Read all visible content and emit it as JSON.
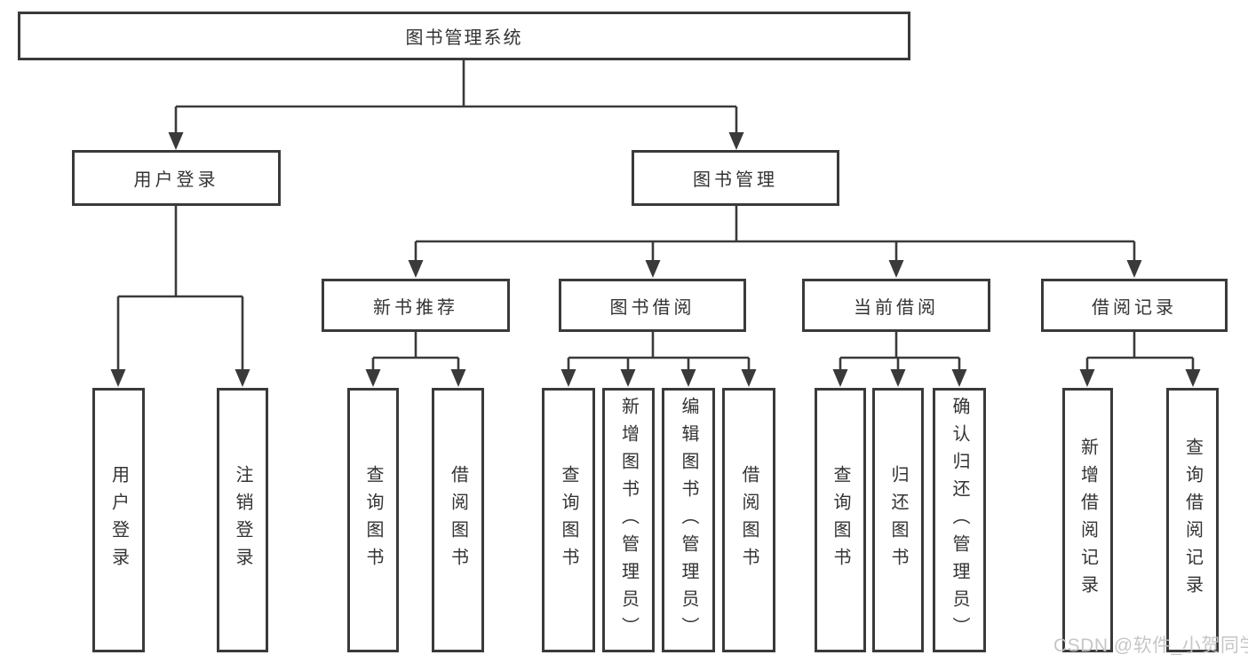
{
  "diagram": {
    "root": {
      "label": "图书管理系统"
    },
    "level2": [
      {
        "label": "用户登录"
      },
      {
        "label": "图书管理"
      }
    ],
    "level3": [
      {
        "label": "新书推荐"
      },
      {
        "label": "图书借阅"
      },
      {
        "label": "当前借阅"
      },
      {
        "label": "借阅记录"
      }
    ],
    "leaves": {
      "user_login": [
        "用户登录",
        "注销登录"
      ],
      "new_book_recommend": [
        "查询图书",
        "借阅图书"
      ],
      "book_borrow": [
        "查询图书",
        "新增图书（管理员）",
        "编辑图书（管理员）",
        "借阅图书"
      ],
      "current_borrow": [
        "查询图书",
        "归还图书",
        "确认归还（管理员）"
      ],
      "borrow_records": [
        "新增借阅记录",
        "查询借阅记录"
      ]
    }
  },
  "watermark": {
    "text": "CSDN @软件_小贺同学"
  },
  "colors": {
    "line": "#3a3a3a",
    "text": "#333333",
    "box_background": "#ffffff",
    "watermark": "#c4c4c4"
  }
}
